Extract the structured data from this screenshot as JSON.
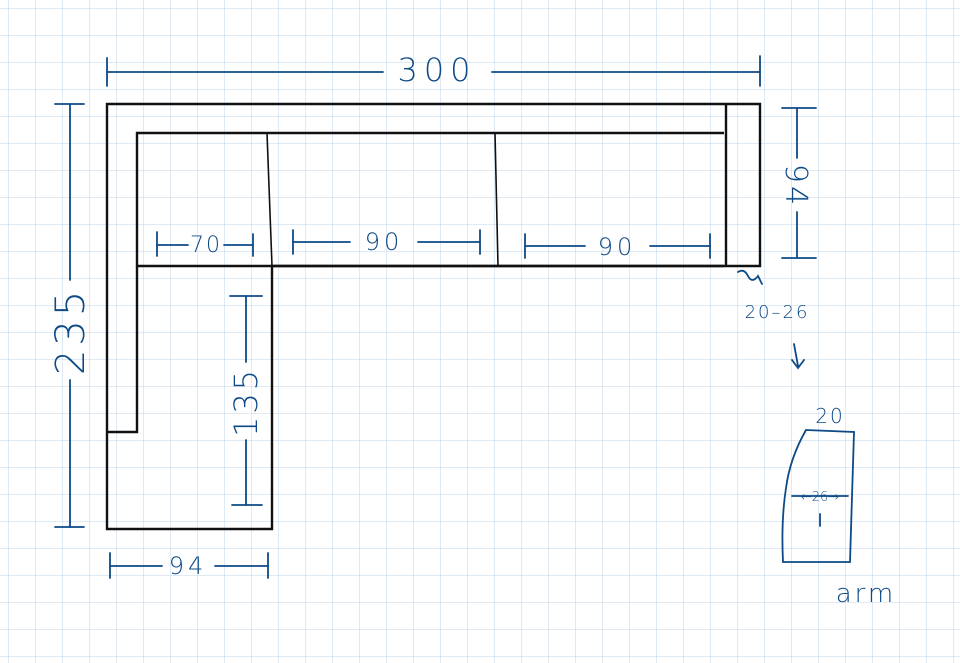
{
  "colors": {
    "paper": "#ffffff",
    "grid": "#bfd4ea",
    "ink_blue": "#0d4a86",
    "ink_black": "#111111"
  },
  "dimensions": {
    "total_width": "300",
    "total_depth": "235",
    "back_depth": "94",
    "seat_corner": "70",
    "seat_middle": "90",
    "seat_right": "90",
    "chaise_length": "135",
    "chaise_width": "94",
    "arm_range": "20–26"
  },
  "arm_detail": {
    "top_width": "20",
    "mid_width": "←26→",
    "label": "arm"
  }
}
